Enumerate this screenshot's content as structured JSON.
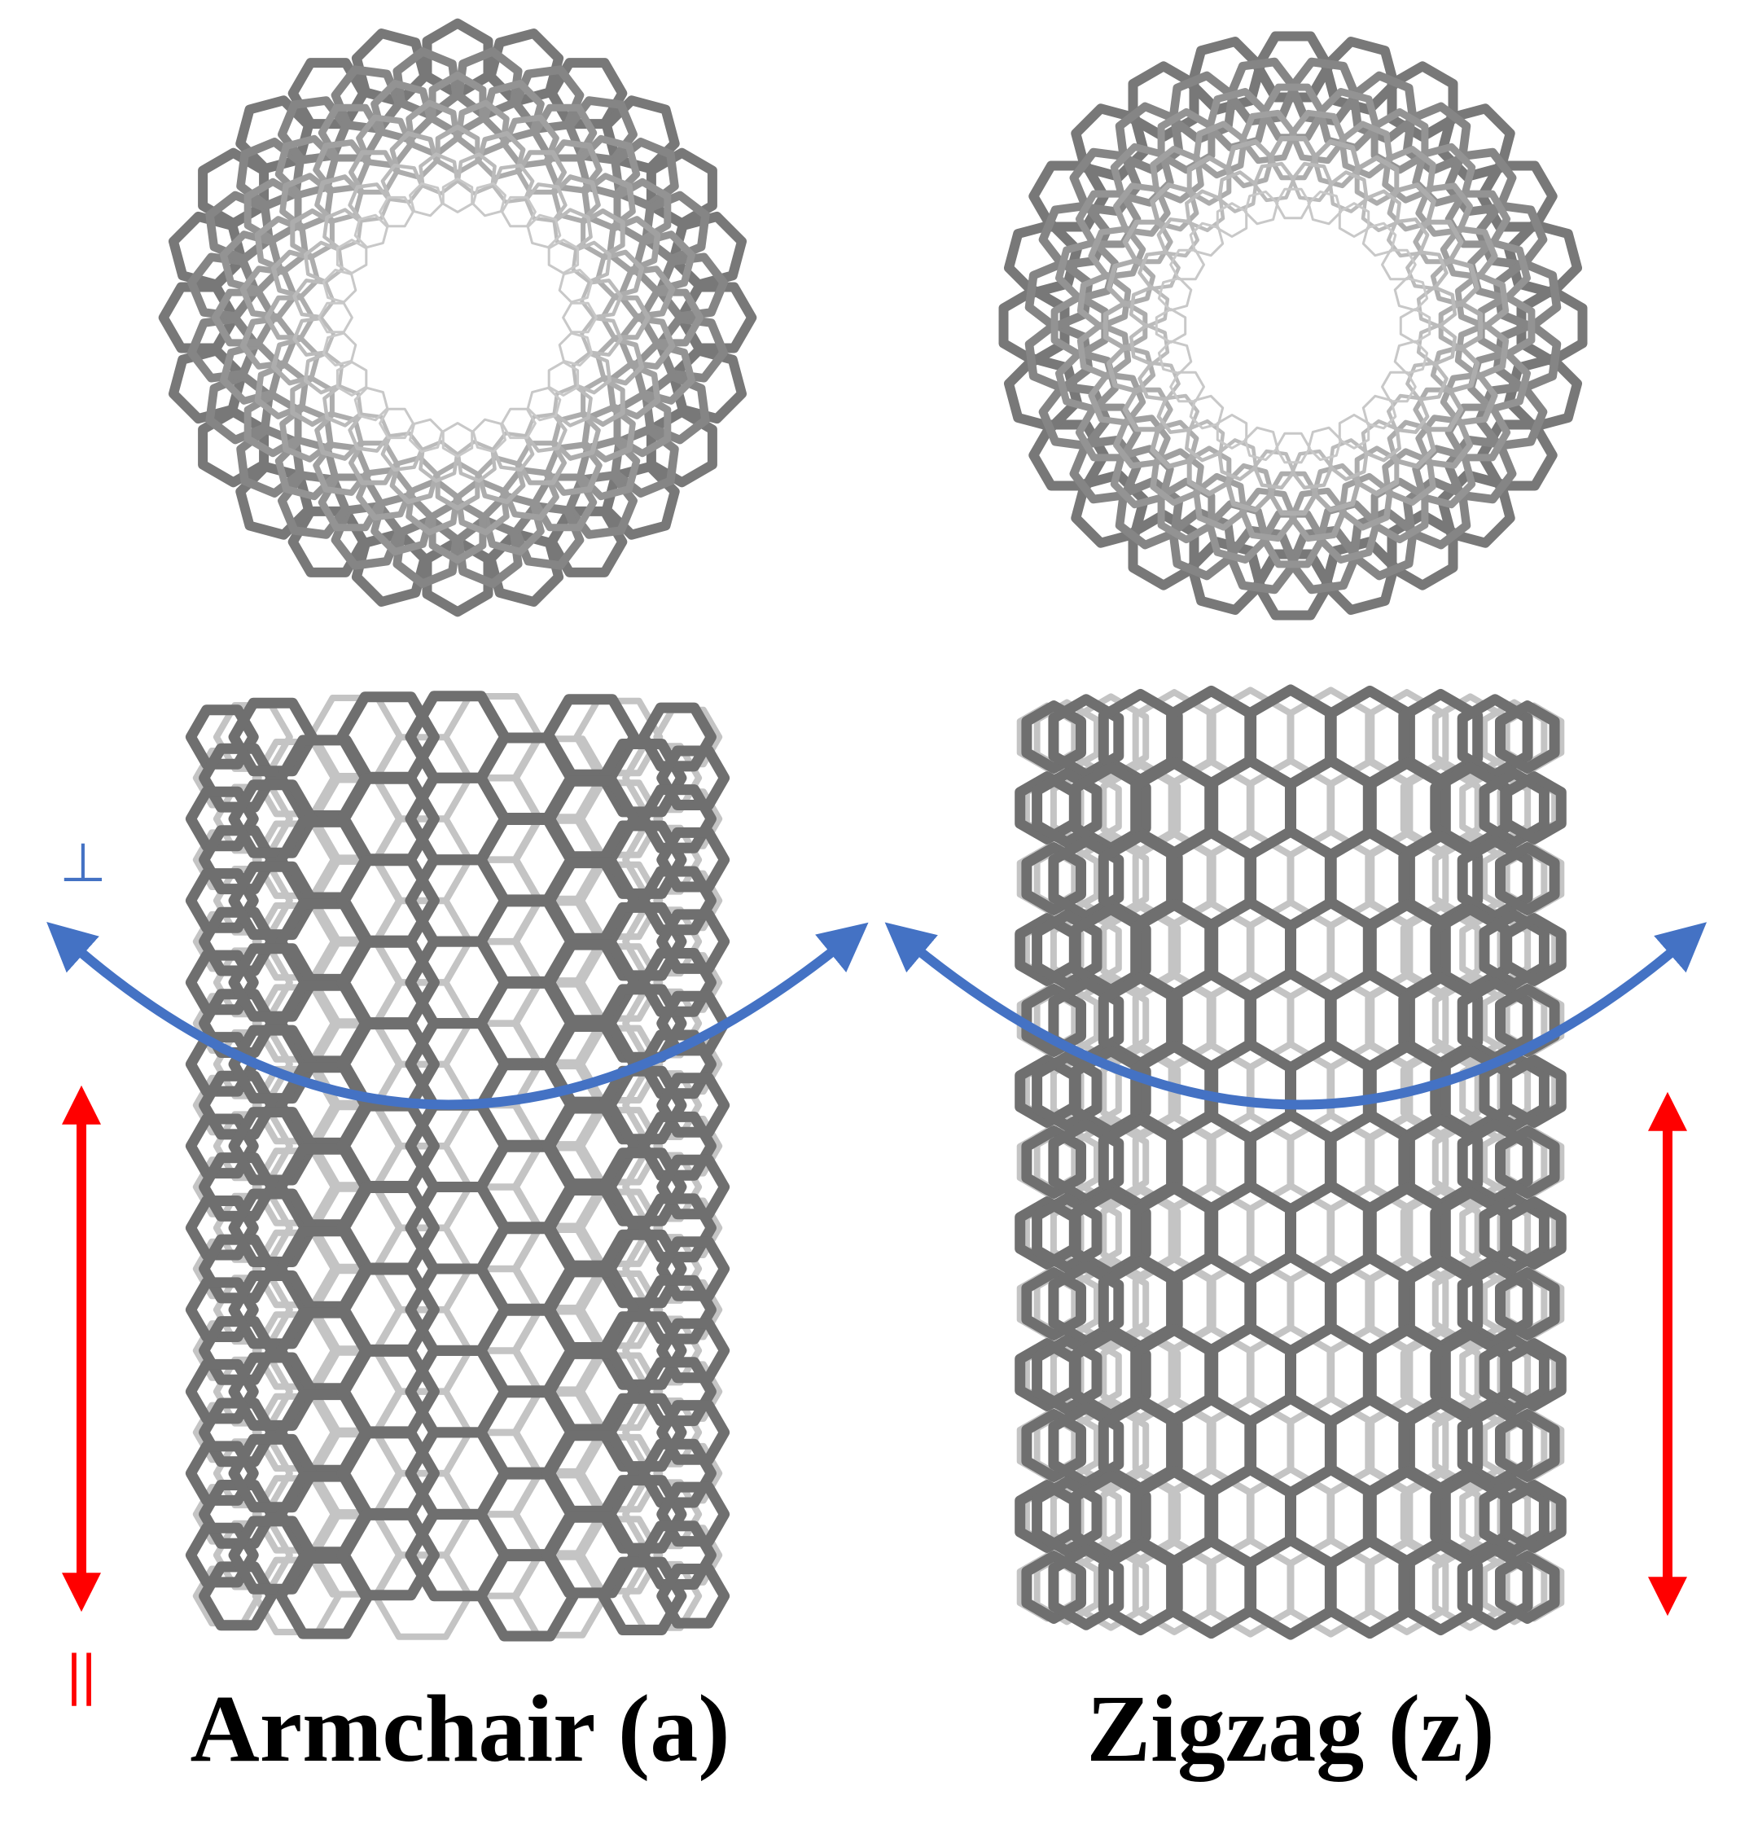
{
  "panels": [
    {
      "id": "armchair",
      "label": "Armchair (a)",
      "ring_count": 24
    },
    {
      "id": "zigzag",
      "label": "Zigzag (z)",
      "ring_count": 24
    }
  ],
  "symbols": {
    "perpendicular": "⊥",
    "parallel": "||"
  },
  "colors": {
    "bond": "#8a8a8a",
    "bond_light": "#c4c4c4",
    "bond_dark": "#6f6f6f",
    "perpendicular_arrow": "#4472c4",
    "parallel_arrow": "#ff0000",
    "text": "#000000"
  }
}
